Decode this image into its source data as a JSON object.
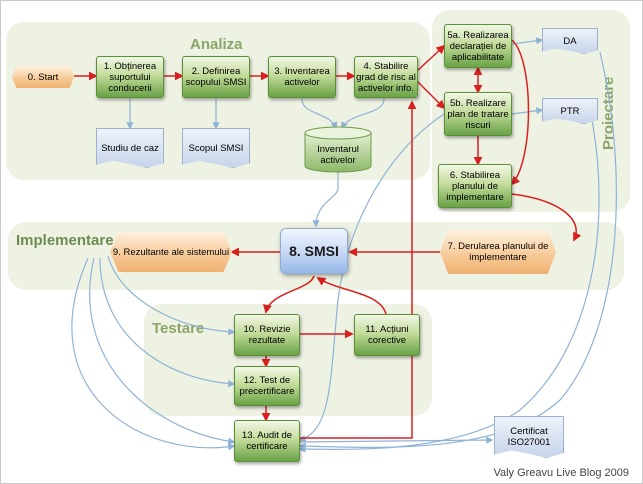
{
  "zones": {
    "analiza": "Analiza",
    "proiectare": "Proiectare",
    "implementare": "Implementare",
    "testare": "Testare"
  },
  "nodes": {
    "start": "0. Start",
    "n1": "1. Obținerea suportului conducerii",
    "n2": "2. Definirea scopului SMSI",
    "n3": "3. Inventarea activelor",
    "n4": "4. Stabilire grad de risc al activelor info.",
    "n5a": "5a. Realizarea declarației de aplicabilitate",
    "n5b": "5b. Realizare plan de tratare riscuri",
    "n6": "6. Stabilirea planului de implementare",
    "n7": "7. Derularea planului de implementare",
    "smsi": "8. SMSI",
    "n9": "9. Rezultante ale sistemului",
    "n10": "10. Revizie rezultate",
    "n11": "11. Acțiuni corective",
    "n12": "12. Test de precertificare",
    "n13": "13. Audit de certificare"
  },
  "documents": {
    "studiu": "Studiu de caz",
    "scopul": "Scopul SMSI",
    "da": "DA",
    "ptr": "PTR",
    "certificat": "Certificat ISO27001"
  },
  "database": {
    "inventar": "Inventarul activelor"
  },
  "credit": "Valy Greavu Live Blog 2009",
  "colors": {
    "zone_bg": "#eef2e3",
    "zone_label": "#8aa56a",
    "arrow_main": "#d92020",
    "arrow_doc": "#8fb3d6"
  }
}
